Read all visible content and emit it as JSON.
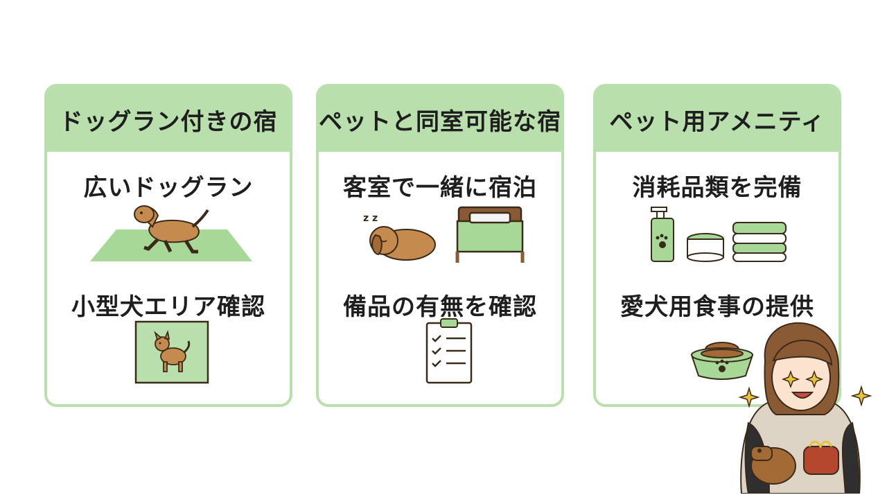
{
  "cards": [
    {
      "title": "ドッグラン付きの宿",
      "items": [
        {
          "label": "広いドッグラン",
          "icon": "running-dog-icon"
        },
        {
          "label": "小型犬エリア確認",
          "icon": "small-dog-area-icon"
        }
      ]
    },
    {
      "title": "ペットと同室可能な宿",
      "items": [
        {
          "label": "客室で一緒に宿泊",
          "icon": "sleeping-dog-bed-icon"
        },
        {
          "label": "備品の有無を確認",
          "icon": "checklist-icon"
        }
      ]
    },
    {
      "title": "ペット用アメニティ",
      "items": [
        {
          "label": "消耗品類を完備",
          "icon": "amenities-icon"
        },
        {
          "label": "愛犬用食事の提供",
          "icon": "dog-food-bowl-icon"
        }
      ]
    }
  ],
  "colors": {
    "header_green": "#b9dfac",
    "illus_green": "#a8d898",
    "dog_brown": "#c48a4e",
    "outline": "#3a2a1a"
  },
  "decorations": {
    "character": "woman-with-capybara-and-wallet-icon"
  }
}
